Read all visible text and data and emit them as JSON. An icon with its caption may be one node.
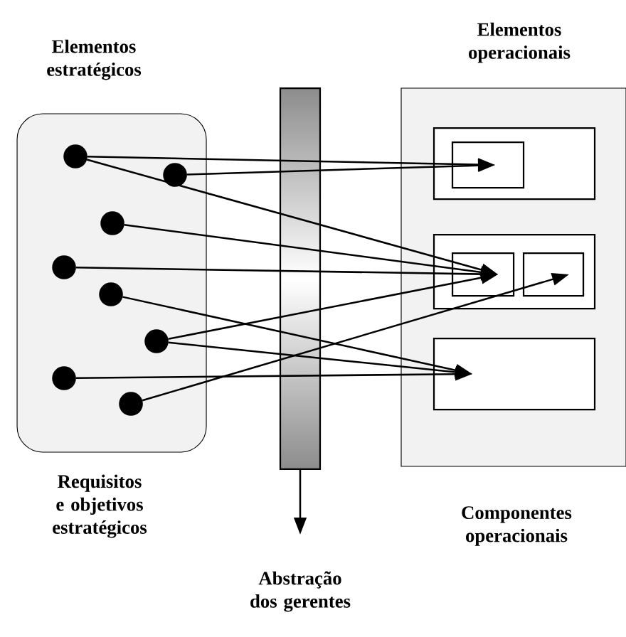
{
  "diagram": {
    "nodes": [
      {
        "text": [
          "Elementos estratégicos",
          "Requisitos e objetivos estratégicos"
        ]
      },
      {
        "text": [],
        "shape": "circle",
        "in": 0
      },
      {
        "text": [],
        "shape": "circle",
        "in": 0
      },
      {
        "text": [],
        "shape": "circle",
        "in": 0
      },
      {
        "text": [],
        "shape": "circle",
        "in": 0
      },
      {
        "text": [],
        "shape": "circle",
        "in": 0
      },
      {
        "text": [],
        "shape": "circle",
        "in": 0
      },
      {
        "text": [],
        "shape": "circle",
        "in": 0
      },
      {
        "text": [],
        "shape": "circle",
        "in": 0
      },
      {
        "text": [
          "Elementos operacionais",
          "Componentes operacionais"
        ]
      },
      {
        "text": [],
        "shape": "box",
        "in": 9
      },
      {
        "text": [],
        "shape": "box",
        "in": 10
      },
      {
        "text": [],
        "shape": "box",
        "in": 9
      },
      {
        "text": [],
        "shape": "box",
        "in": 12
      },
      {
        "text": [],
        "shape": "box",
        "in": 12
      },
      {
        "text": [],
        "shape": "box",
        "in": 9
      }
    ],
    "edges": [
      {
        "from": 1,
        "to": 11,
        "arrow": "to"
      },
      {
        "from": 1,
        "to": 13,
        "arrow": "to"
      },
      {
        "from": 2,
        "to": 11,
        "arrow": "to"
      },
      {
        "from": 3,
        "to": 13,
        "arrow": "to"
      },
      {
        "from": 4,
        "to": 13,
        "arrow": "to"
      },
      {
        "from": 5,
        "to": 15,
        "arrow": "to"
      },
      {
        "from": 6,
        "to": 13,
        "arrow": "to"
      },
      {
        "from": 6,
        "to": 15,
        "arrow": "to"
      },
      {
        "from": 7,
        "to": 15,
        "arrow": "to"
      },
      {
        "from": 8,
        "to": 14,
        "arrow": "to"
      }
    ],
    "labels": [
      "Abstração dos gerentes"
    ]
  }
}
